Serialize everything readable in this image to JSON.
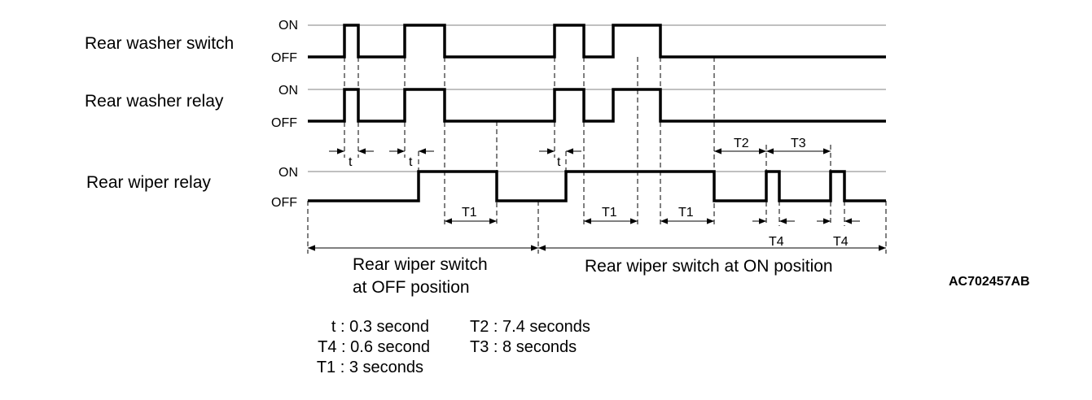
{
  "signals": [
    {
      "id": "washer-switch",
      "label": "Rear washer switch",
      "on_label": "ON",
      "off_label": "OFF"
    },
    {
      "id": "washer-relay",
      "label": "Rear washer relay",
      "on_label": "ON",
      "off_label": "OFF"
    },
    {
      "id": "wiper-relay",
      "label": "Rear wiper relay",
      "on_label": "ON",
      "off_label": "OFF"
    }
  ],
  "interval_labels": {
    "t": "t",
    "t1": "T1",
    "t2": "T2",
    "t3": "T3",
    "t4": "T4"
  },
  "regions": {
    "off_line1": "Rear wiper switch",
    "off_line2": "at OFF position",
    "on_text": "Rear wiper switch at ON position"
  },
  "figure_code": "AC702457AB",
  "legend": [
    "t : 0.3 second",
    "T4 : 0.6 second",
    "T1 : 3 seconds",
    "T2 : 7.4 seconds",
    "T3 : 8 seconds"
  ]
}
